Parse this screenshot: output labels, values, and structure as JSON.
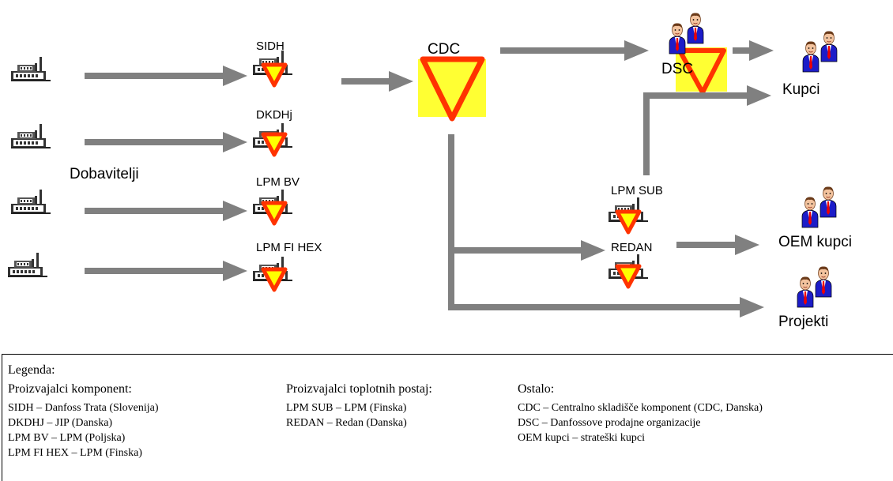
{
  "labels": {
    "dobavitelji": "Dobavitelji",
    "sidh": "SIDH",
    "dkdhj": "DKDHj",
    "lpm_bv": "LPM BV",
    "lpm_fi_hex": "LPM FI HEX",
    "cdc": "CDC",
    "dsc": "DSC",
    "kupci": "Kupci",
    "lpm_sub": "LPM SUB",
    "redan": "REDAN",
    "oem_kupci": "OEM kupci",
    "projekti": "Projekti"
  },
  "legend": {
    "title": "Legenda:",
    "col1": {
      "heading": "Proizvajalci komponent:",
      "items": [
        "SIDH – Danfoss Trata (Slovenija)",
        "DKDHJ – JIP (Danska)",
        "LPM BV – LPM (Poljska)",
        "LPM FI HEX – LPM (Finska)"
      ]
    },
    "col2": {
      "heading": "Proizvajalci toplotnih postaj:",
      "items": [
        "LPM SUB – LPM (Finska)",
        "REDAN – Redan (Danska)"
      ]
    },
    "col3": {
      "heading": "Ostalo:",
      "items": [
        "CDC – Centralno skladišče komponent (CDC, Danska)",
        "DSC – Danfossove prodajne organizacije",
        "OEM kupci – strateški kupci"
      ]
    }
  },
  "icons": {
    "factory": "factory-icon",
    "warehouse_triangle": "warning-triangle-icon",
    "customer": "customer-icon"
  },
  "colors": {
    "arrow": "#808080",
    "triangle": "#ff3300",
    "triangle_fill": "#ffff00",
    "warehouse_bg": "#ffff33",
    "person_suit": "#1c1cc8",
    "tie": "#ff0000"
  }
}
